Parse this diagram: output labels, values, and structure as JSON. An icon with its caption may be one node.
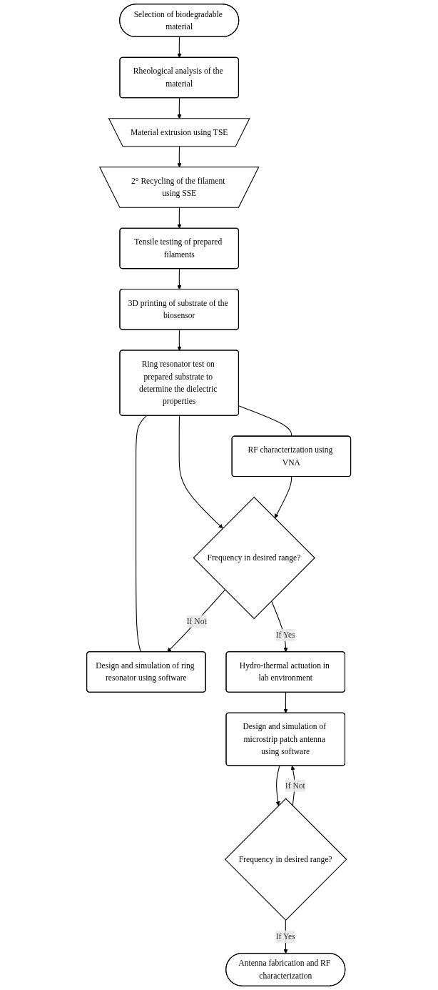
{
  "diagram": {
    "nodes": [
      {
        "text": [
          "Selection of biodegradable material"
        ]
      },
      {
        "text": [
          "Rheological analysis of the material"
        ]
      },
      {
        "text": [
          "Material extrusion using TSE"
        ]
      },
      {
        "text": [
          "2° Recycling of the filament using SSE"
        ]
      },
      {
        "text": [
          "Tensile testing of prepared filaments"
        ]
      },
      {
        "text": [
          "3D printing of substrate of the biosensor"
        ]
      },
      {
        "text": [
          "Ring resonator test on prepared substrate to determine the dielectric properties"
        ]
      },
      {
        "text": [
          "Design and simulation of ring resonator using software"
        ]
      },
      {
        "text": [
          "Frequency in desired range?"
        ]
      },
      {
        "text": [
          "RF characterization using VNA"
        ]
      },
      {
        "text": [
          "Hydro-thermal actuation in lab environment"
        ]
      },
      {
        "text": [
          "Design and simulation of microstrip patch antenna using software"
        ]
      },
      {
        "text": [
          "Frequency in desired range?"
        ]
      },
      {
        "text": [
          "Antenna fabrication and RF characterization"
        ]
      }
    ],
    "edges": [
      {
        "from": 0,
        "to": 1,
        "arrow": "to"
      },
      {
        "from": 1,
        "to": 2,
        "arrow": "to"
      },
      {
        "from": 2,
        "to": 3,
        "arrow": "to"
      },
      {
        "from": 3,
        "to": 4,
        "arrow": "to"
      },
      {
        "from": 4,
        "to": 5,
        "arrow": "to"
      },
      {
        "from": 5,
        "to": 6,
        "arrow": "to"
      },
      {
        "from": 6,
        "to": 7,
        "arrow": "none"
      },
      {
        "from": 6,
        "to": 8,
        "arrow": "to"
      },
      {
        "from": 6,
        "to": 9,
        "arrow": "none"
      },
      {
        "from": 9,
        "to": 8,
        "arrow": "to"
      },
      {
        "from": 8,
        "to": 7,
        "label": "If Not",
        "arrow": "to"
      },
      {
        "from": 8,
        "to": 10,
        "label": "If Yes",
        "arrow": "to"
      },
      {
        "from": 10,
        "to": 11,
        "arrow": "to"
      },
      {
        "from": 11,
        "to": 12,
        "arrow": "to"
      },
      {
        "from": 12,
        "to": 11,
        "label": "If Not",
        "arrow": "to"
      },
      {
        "from": 12,
        "to": 13,
        "label": "If Yes",
        "arrow": "to"
      }
    ]
  }
}
